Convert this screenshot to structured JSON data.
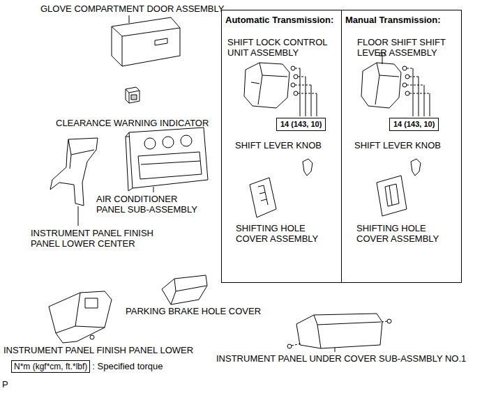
{
  "diagram": {
    "nodes": [
      {
        "text": [
          "Automatic Transmission:"
        ]
      },
      {
        "text": [
          "Manual Transmission:"
        ]
      },
      {
        "text": [
          "14 (143, 10)"
        ],
        "in": 0
      },
      {
        "text": [
          "14 (143, 10)"
        ],
        "in": 1
      },
      {
        "text": [
          "N*m (kgf*cm, ft.*lbf)"
        ]
      }
    ],
    "edges": [],
    "labels": [
      "GLOVE COMPARTMENT DOOR ASSEMBLY",
      "SHIFT LOCK CONTROL UNIT ASSEMBLY",
      "FLOOR SHIFT SHIFT LEVER ASSEMBLY",
      "CLEARANCE WARNING INDICATOR",
      "SHIFT LEVER KNOB",
      "SHIFT LEVER KNOB",
      "AIR CONDITIONER PANEL SUB-ASSEMBLY",
      "INSTRUMENT PANEL FINISH PANEL LOWER CENTER",
      "SHIFTING HOLE COVER ASSEMBLY",
      "SHIFTING HOLE COVER ASSEMBLY",
      "PARKING BRAKE HOLE COVER",
      "INSTRUMENT PANEL FINISH PANEL LOWER",
      "INSTRUMENT PANEL UNDER COVER SUB-ASSMBLY NO.1",
      ": Specified torque",
      "P"
    ]
  }
}
